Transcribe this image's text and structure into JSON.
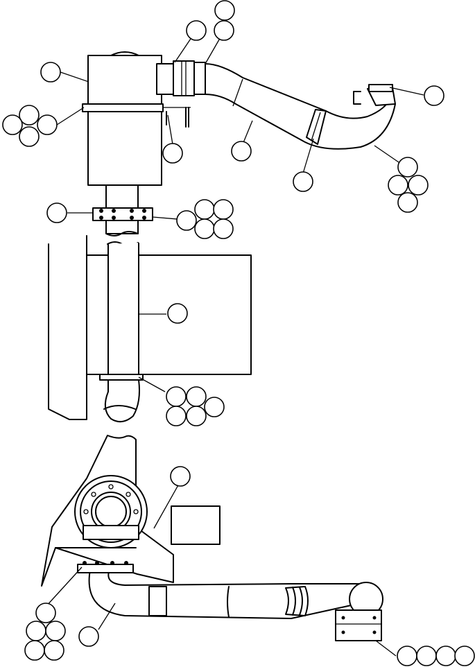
{
  "figure": {
    "views": [
      "top-view",
      "middle-view",
      "bottom-view"
    ],
    "callout_labels": [],
    "colors": {
      "line": "#000000",
      "background": "#ffffff"
    }
  }
}
